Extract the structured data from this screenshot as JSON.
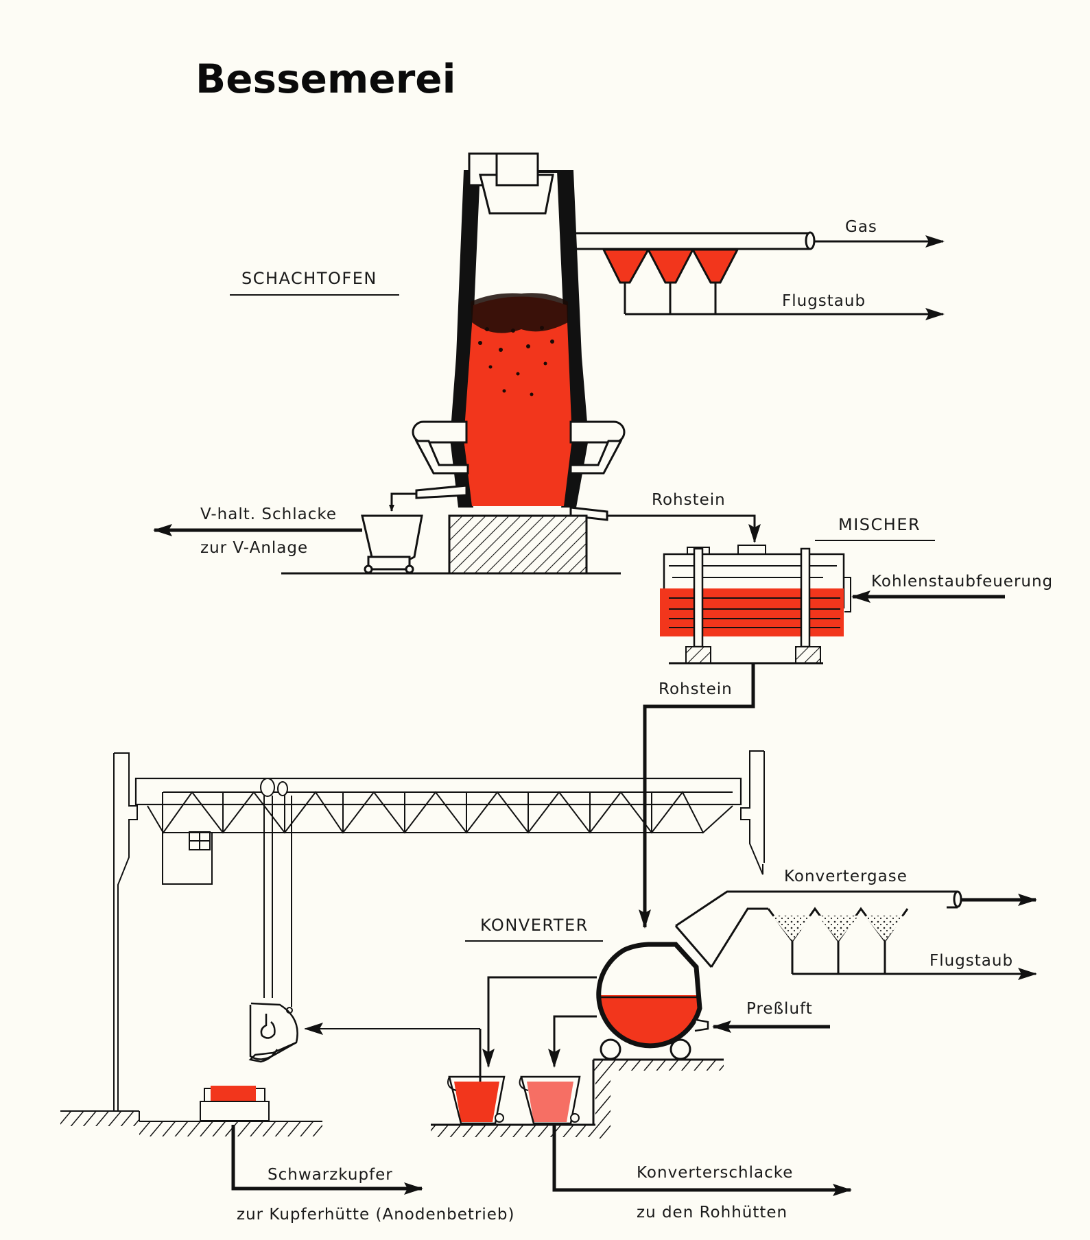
{
  "title": "Bessemerei",
  "colors": {
    "melt": "#f2361c",
    "line": "#111111",
    "paper": "#fdfcf5"
  },
  "sections": {
    "shaft_furnace": "SCHACHTOFEN",
    "mixer": "MISCHER",
    "converter": "KONVERTER"
  },
  "flows": {
    "furnace_gas": "Gas",
    "furnace_dust": "Flugstaub",
    "slag_line1": "V-halt. Schlacke",
    "slag_line2": "zur V-Anlage",
    "matte_to_mixer": "Rohstein",
    "mixer_firing": "Kohlenstaubfeuerung",
    "matte_to_converter": "Rohstein",
    "converter_gases": "Konvertergase",
    "converter_dust": "Flugstaub",
    "compressed_air": "Preßluft",
    "black_copper_line1": "Schwarzkupfer",
    "black_copper_line2": "zur Kupferhütte (Anodenbetrieb)",
    "converter_slag_line1": "Konverterschlacke",
    "converter_slag_line2": "zu den Rohhütten"
  }
}
